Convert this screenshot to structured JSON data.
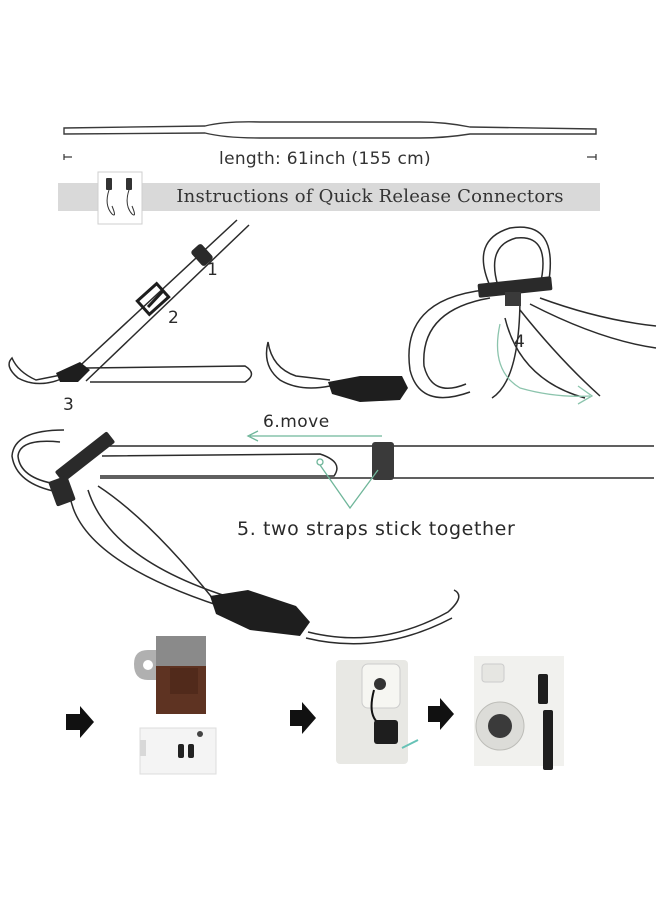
{
  "strap": {
    "length_label": "length:  61inch  (155 cm)"
  },
  "banner": {
    "title": "Instructions of Quick Release Connectors"
  },
  "steps": {
    "s1": "1",
    "s2": "2",
    "s3": "3",
    "s4": "4",
    "s5": "5. two straps stick together",
    "s6": "6.move"
  },
  "colors": {
    "banner_bg": "#d9d9d9",
    "strap_line": "#2b2b2b",
    "buckle": "#1e1e1e",
    "arrow_green": "#7fbfa8",
    "photo_leather": "#6b3b26",
    "camera_body": "#eeeeea"
  },
  "icons": [
    "right-arrow-icon",
    "connector-thumbnail-icon"
  ]
}
